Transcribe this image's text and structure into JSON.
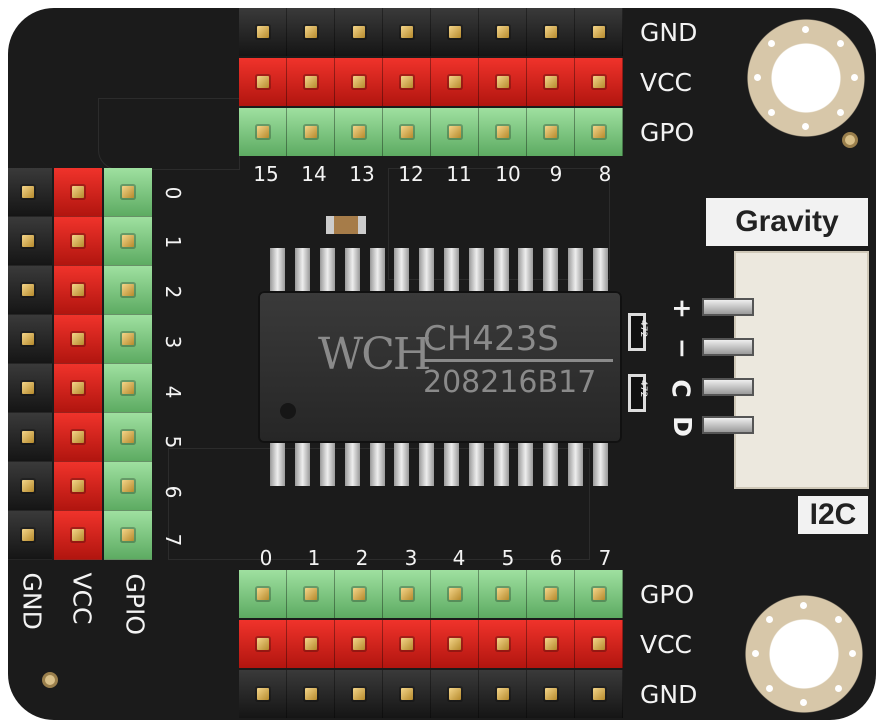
{
  "board": {
    "top_pin_numbers": [
      "15",
      "14",
      "13",
      "12",
      "11",
      "10",
      "9",
      "8"
    ],
    "bottom_pin_numbers": [
      "0",
      "1",
      "2",
      "3",
      "4",
      "5",
      "6",
      "7"
    ],
    "left_pin_numbers": [
      "0",
      "1",
      "2",
      "3",
      "4",
      "5",
      "6",
      "7"
    ],
    "top_row_labels": [
      "GND",
      "VCC",
      "GPO"
    ],
    "bottom_row_labels": [
      "GPO",
      "VCC",
      "GND"
    ],
    "left_col_labels": [
      "GND",
      "VCC",
      "GPIO"
    ],
    "chip": {
      "brand": "WCH",
      "name": "CH423S",
      "code": "208216B17"
    },
    "connector_labels": [
      "+",
      "−",
      "C",
      "D"
    ],
    "gravity_label": "Gravity",
    "i2c_label": "I2C",
    "resistor_labels": [
      "472",
      "472"
    ]
  }
}
